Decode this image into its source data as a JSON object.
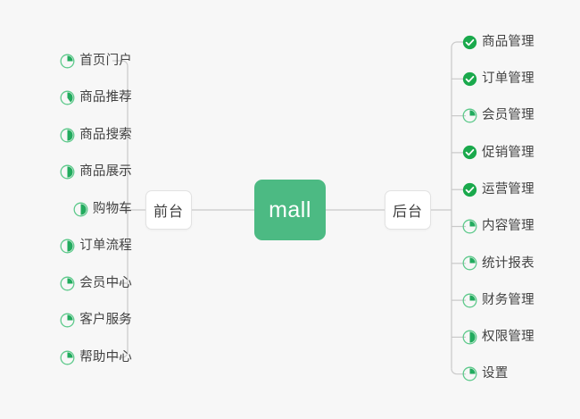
{
  "diagram": {
    "title": "mall",
    "background_color": "#f7f7f7",
    "accent_color": "#4cba83",
    "done_color": "#1aa94c",
    "ring_color": "#5cc98a",
    "line_color": "#c9c9c9",
    "text_color": "#434343"
  },
  "root": {
    "label": "mall"
  },
  "mid_nodes": {
    "frontend": {
      "label": "前台"
    },
    "backend": {
      "label": "后台"
    }
  },
  "left_branch": {
    "parent": "前台",
    "items": [
      {
        "label": "首页门户",
        "icon": "pie-progress-icon",
        "progress": 25,
        "status": "in-progress"
      },
      {
        "label": "商品推荐",
        "icon": "pie-progress-icon",
        "progress": 40,
        "status": "in-progress"
      },
      {
        "label": "商品搜索",
        "icon": "pie-progress-icon",
        "progress": 50,
        "status": "in-progress"
      },
      {
        "label": "商品展示",
        "icon": "pie-progress-icon",
        "progress": 50,
        "status": "in-progress"
      },
      {
        "label": "购物车",
        "icon": "pie-progress-icon",
        "progress": 50,
        "status": "in-progress"
      },
      {
        "label": "订单流程",
        "icon": "pie-progress-icon",
        "progress": 50,
        "status": "in-progress"
      },
      {
        "label": "会员中心",
        "icon": "pie-progress-icon",
        "progress": 25,
        "status": "in-progress"
      },
      {
        "label": "客户服务",
        "icon": "pie-progress-icon",
        "progress": 25,
        "status": "in-progress"
      },
      {
        "label": "帮助中心",
        "icon": "pie-progress-icon",
        "progress": 25,
        "status": "in-progress"
      }
    ]
  },
  "right_branch": {
    "parent": "后台",
    "items": [
      {
        "label": "商品管理",
        "icon": "check-circle-icon",
        "progress": 100,
        "status": "done"
      },
      {
        "label": "订单管理",
        "icon": "check-circle-icon",
        "progress": 100,
        "status": "done"
      },
      {
        "label": "会员管理",
        "icon": "pie-progress-icon",
        "progress": 25,
        "status": "in-progress"
      },
      {
        "label": "促销管理",
        "icon": "check-circle-icon",
        "progress": 100,
        "status": "done"
      },
      {
        "label": "运营管理",
        "icon": "check-circle-icon",
        "progress": 100,
        "status": "done"
      },
      {
        "label": "内容管理",
        "icon": "pie-progress-icon",
        "progress": 25,
        "status": "in-progress"
      },
      {
        "label": "统计报表",
        "icon": "pie-progress-icon",
        "progress": 25,
        "status": "in-progress"
      },
      {
        "label": "财务管理",
        "icon": "pie-progress-icon",
        "progress": 25,
        "status": "in-progress"
      },
      {
        "label": "权限管理",
        "icon": "pie-progress-icon",
        "progress": 50,
        "status": "in-progress"
      },
      {
        "label": "设置",
        "icon": "pie-progress-icon",
        "progress": 25,
        "status": "in-progress"
      }
    ]
  }
}
